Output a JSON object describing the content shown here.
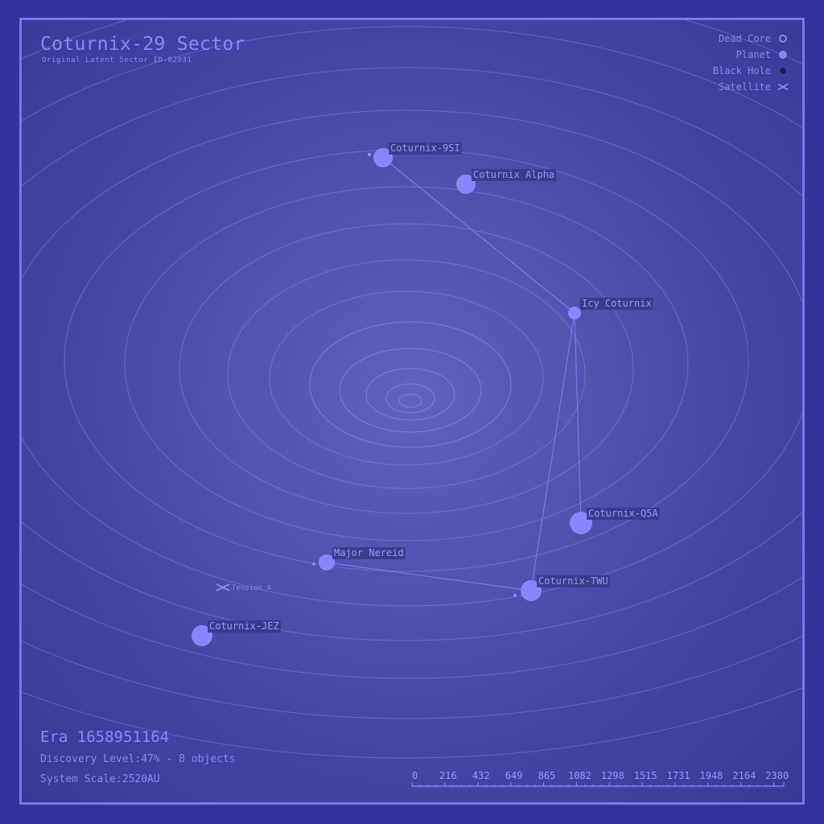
{
  "header": {
    "title": "Coturnix-29 Sector",
    "subtitle": "Original Latent Sector ID-82931"
  },
  "legend": {
    "items": [
      {
        "label": "Dead Core",
        "icon": "dead-core-icon"
      },
      {
        "label": "Planet",
        "icon": "planet-icon"
      },
      {
        "label": "Black Hole",
        "icon": "black-hole-icon"
      },
      {
        "label": "Satellite",
        "icon": "satellite-icon"
      }
    ]
  },
  "footer": {
    "era": "Era 1658951164",
    "discovery": "Discovery Level:47% - 8 objects",
    "system_scale": "System Scale:2520AU"
  },
  "scale_bar": {
    "ticks": [
      "0",
      "216",
      "432",
      "649",
      "865",
      "1082",
      "1298",
      "1515",
      "1731",
      "1948",
      "2164",
      "2380"
    ]
  },
  "objects": [
    {
      "name": "Coturnix-9SI",
      "type": "planet",
      "has_moon": true
    },
    {
      "name": "Coturnix Alpha",
      "type": "planet",
      "has_moon": false
    },
    {
      "name": "Icy Coturnix",
      "type": "planet",
      "has_moon": false
    },
    {
      "name": "Coturnix-Q5A",
      "type": "planet",
      "has_moon": false
    },
    {
      "name": "Major Nereid",
      "type": "planet",
      "has_moon": true
    },
    {
      "name": "Coturnix-TWU",
      "type": "planet",
      "has_moon": true
    },
    {
      "name": "Coturnix-JEZ",
      "type": "planet",
      "has_moon": false
    },
    {
      "name": "Tension 4",
      "type": "satellite"
    }
  ],
  "routes": [
    [
      "Coturnix-9SI",
      "Icy Coturnix"
    ],
    [
      "Icy Coturnix",
      "Coturnix-Q5A"
    ],
    [
      "Icy Coturnix",
      "Coturnix-TWU"
    ],
    [
      "Major Nereid",
      "Coturnix-TWU"
    ]
  ],
  "colors": {
    "background": "#33339a",
    "frame": "#7f74f2",
    "accent": "#8c84ff",
    "label_bg": "#3a3a86",
    "orbit": "#9a98e8"
  }
}
